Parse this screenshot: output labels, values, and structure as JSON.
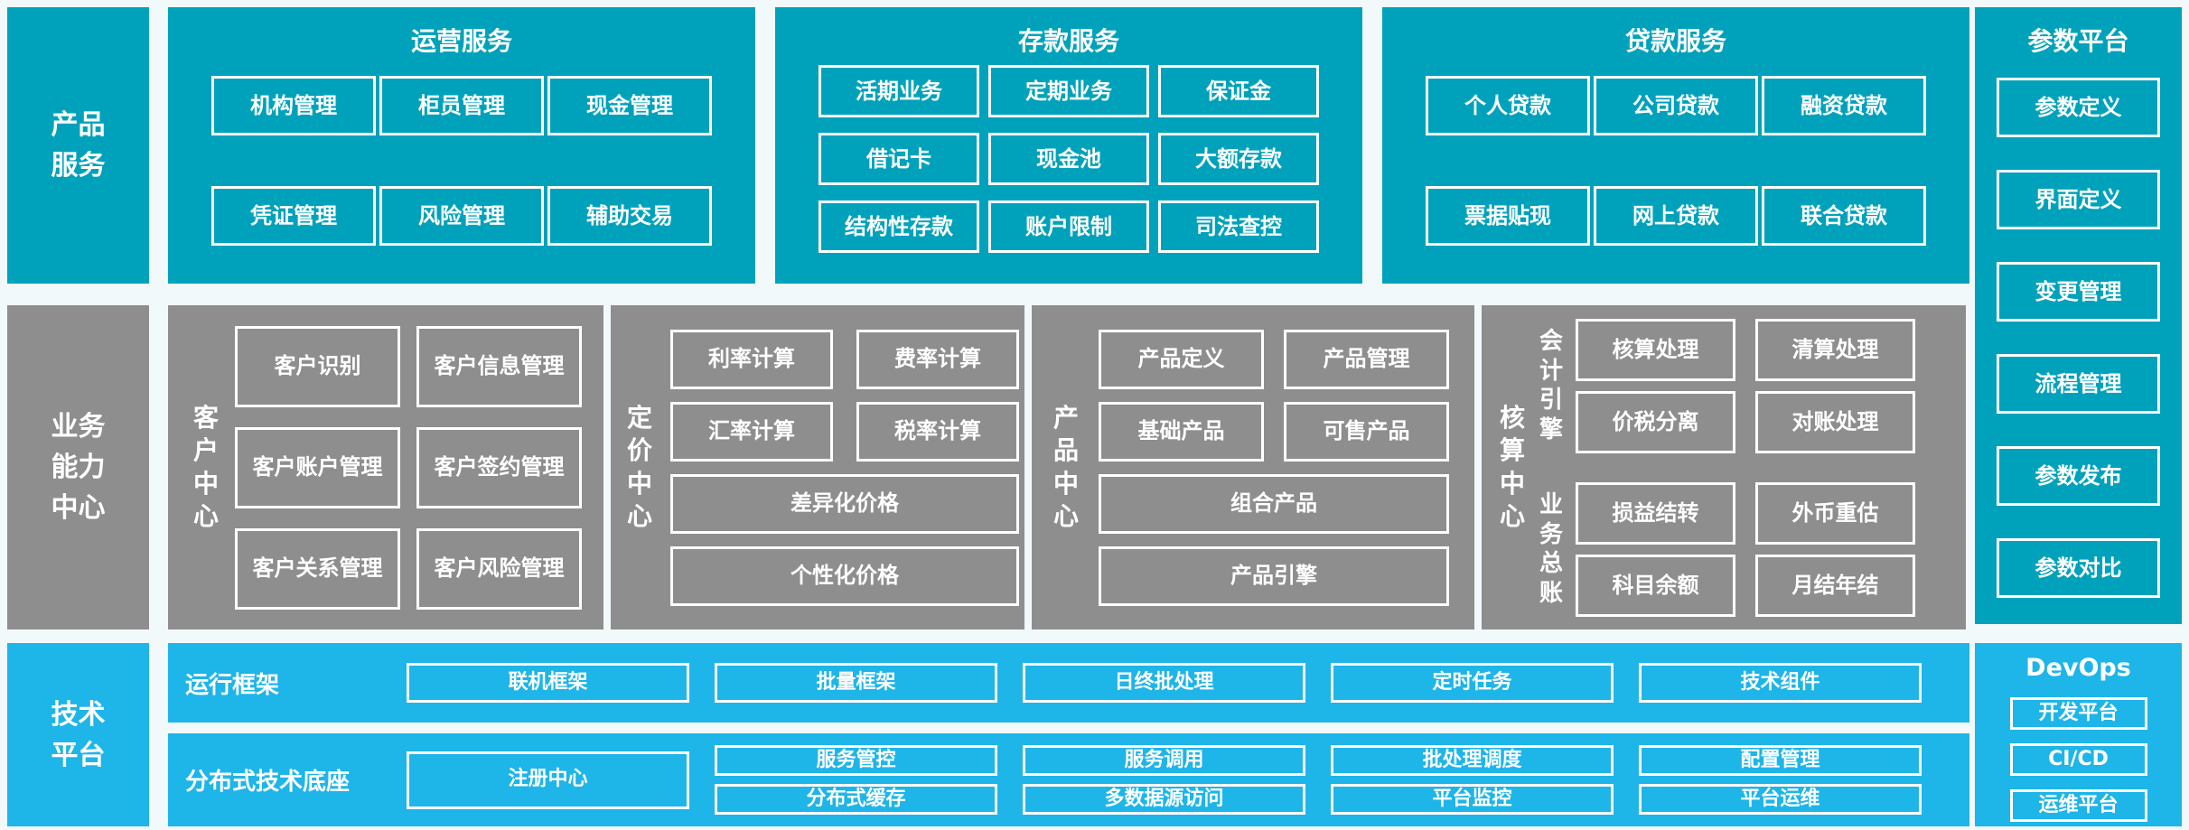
{
  "colors": {
    "teal": "#00a2bb",
    "blue": "#1eb5e9",
    "gray": "#8e8e8e",
    "background": "#f2f9fa",
    "box_border": "#ffffff"
  },
  "left_labels": {
    "product": "产品\n服务",
    "business": "业务\n能力\n中心",
    "tech": "技术\n平台"
  },
  "top": {
    "ops": {
      "title": "运营服务",
      "items": [
        "机构管理",
        "柜员管理",
        "现金管理",
        "凭证管理",
        "风险管理",
        "辅助交易"
      ]
    },
    "deposit": {
      "title": "存款服务",
      "items": [
        "活期业务",
        "定期业务",
        "保证金",
        "借记卡",
        "现金池",
        "大额存款",
        "结构性存款",
        "账户限制",
        "司法查控"
      ]
    },
    "loan": {
      "title": "贷款服务",
      "items": [
        "个人贷款",
        "公司贷款",
        "融资贷款",
        "票据贴现",
        "网上贷款",
        "联合贷款"
      ]
    }
  },
  "param": {
    "title": "参数平台",
    "items": [
      "参数定义",
      "界面定义",
      "变更管理",
      "流程管理",
      "参数发布",
      "参数对比"
    ]
  },
  "middle": {
    "customer": {
      "label": "客户中心",
      "items": [
        "客户识别",
        "客户信息管理",
        "客户账户管理",
        "客户签约管理",
        "客户关系管理",
        "客户风险管理"
      ]
    },
    "pricing": {
      "label": "定价中心",
      "small": [
        "利率计算",
        "费率计算",
        "汇率计算",
        "税率计算"
      ],
      "wide": [
        "差异化价格",
        "个性化价格"
      ]
    },
    "product_center": {
      "label": "产品中心",
      "small": [
        "产品定义",
        "产品管理",
        "基础产品",
        "可售产品"
      ],
      "wide": [
        "组合产品",
        "产品引擎"
      ]
    },
    "accounting": {
      "label": "核算中心",
      "groups": [
        {
          "label": "会计引擎",
          "items": [
            "核算处理",
            "清算处理",
            "价税分离",
            "对账处理"
          ]
        },
        {
          "label": "业务总账",
          "items": [
            "损益结转",
            "外币重估",
            "科目余额",
            "月结年结"
          ]
        }
      ]
    }
  },
  "bottom": {
    "runtime": {
      "label": "运行框架",
      "items": [
        "联机框架",
        "批量框架",
        "日终批处理",
        "定时任务",
        "技术组件"
      ]
    },
    "distributed": {
      "label": "分布式技术底座",
      "registry": "注册中心",
      "columns": [
        [
          "服务管控",
          "分布式缓存"
        ],
        [
          "服务调用",
          "多数据源访问"
        ],
        [
          "批处理调度",
          "平台监控"
        ],
        [
          "配置管理",
          "平台运维"
        ]
      ]
    },
    "devops": {
      "title": "DevOps",
      "items": [
        "开发平台",
        "CI/CD",
        "运维平台"
      ]
    }
  }
}
